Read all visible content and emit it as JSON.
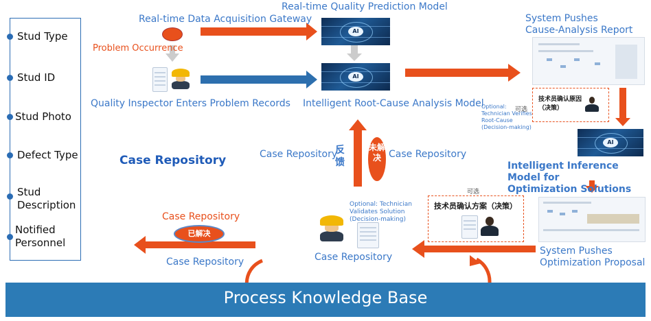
{
  "left_panel": {
    "fields": [
      "Stud Type",
      "Stud ID",
      "Stud Photo",
      "Defect Type",
      "Stud\nDescription",
      "Notified\nPersonnel"
    ]
  },
  "top": {
    "gateway": "Real-time Data Acquisition Gateway",
    "prediction_model": "Real-time Quality Prediction Model",
    "problem_occurrence": "Problem Occurrence",
    "inspector": "Quality Inspector Enters Problem Records",
    "root_cause_model": "Intelligent Root-Cause Analysis Model",
    "pushes_report": "System Pushes\nCause-Analysis Report"
  },
  "optional_verify": {
    "label": "Optional:\nTechnician Verifies\nRoot-Cause\n(Decision-making)",
    "ke_xuan": "可选",
    "box_text": "技术员确认原因（决策）"
  },
  "inference_model": "Intelligent Inference Model for\nOptimization Solutions",
  "pushes_proposal": "System Pushes\nOptimization Proposal",
  "optional_validate": {
    "label": "Optional: Technician\nValidates Solution\n(Decision-making)",
    "ke_xuan": "可选",
    "box_text": "技术员确认方案（决策）"
  },
  "middle": {
    "case_repository_main": "Case Repository",
    "fankui_left": "Case Repository",
    "fankui": "反馈",
    "unresolved": "未解决",
    "unresolved_right": "Case Repository"
  },
  "bottom": {
    "resolved_top": "Case Repository",
    "resolved_badge": "已解决",
    "resolved_bottom": "Case Repository",
    "worker_label": "Case Repository",
    "knowledge_base": "Process Knowledge Base"
  },
  "colors": {
    "orange": "#e8501c",
    "blue_arrow": "#2d6fae",
    "kb_bar": "#2c7bb6",
    "text_blue": "#3b78c8"
  },
  "icons": [
    "ai-network-thumbnail",
    "report-screenshot",
    "worker-helmet-icon",
    "tablet-form-icon",
    "technician-person-icon"
  ]
}
